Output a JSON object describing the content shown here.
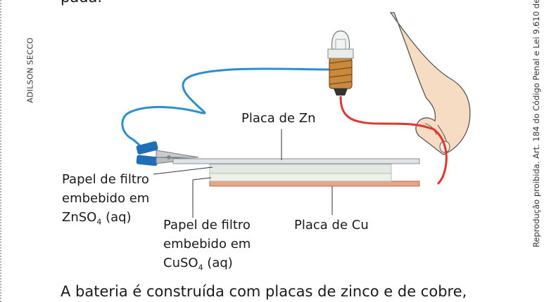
{
  "text": {
    "top_fragment": "pada.",
    "bottom_line": "A bateria é construída com placas de zinco e de cobre,",
    "credit": "ADILSON SECCO",
    "legal": "Reprodução proibida. Art. 184 do Código Penal e Lei 9.610 de"
  },
  "labels": {
    "zn_plate": "Placa de Zn",
    "cu_plate": "Placa de Cu",
    "paper_zn": {
      "line1": "Papel de filtro",
      "line2": "embebido em",
      "formula": "ZnSO",
      "sub": "4",
      "suffix": " (aq)"
    },
    "paper_cu": {
      "line1": "Papel de filtro",
      "line2": "embebido em",
      "formula": "CuSO",
      "sub": "4",
      "suffix": " (aq)"
    }
  },
  "colors": {
    "blue_wire": "#2a8fd0",
    "red_wire": "#e3332d",
    "zn_plate": "#dfe3e6",
    "cu_plate": "#e8a588",
    "paper": "#eef1ea",
    "skin": "#f7dcc4"
  }
}
